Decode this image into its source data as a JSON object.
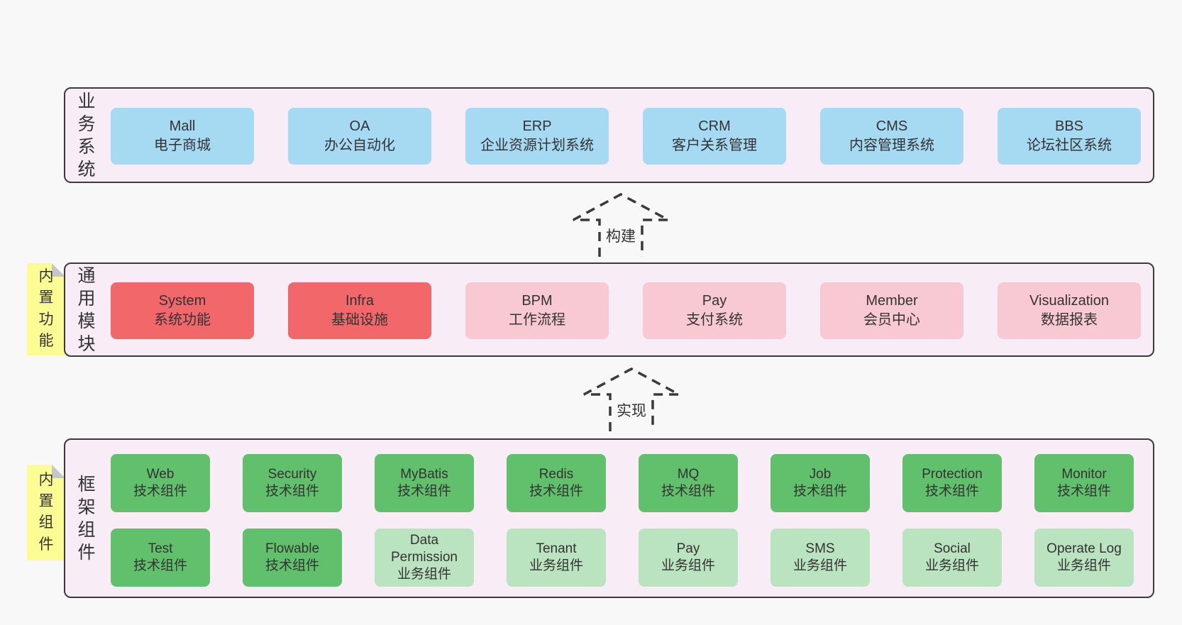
{
  "colors": {
    "page_bg": "#f8f8f8",
    "container_bg": "#f8edf6",
    "container_border": "#3b3b3b",
    "blue_box": "#a6d9f2",
    "red_box": "#f1676a",
    "pink_box": "#f9c9d3",
    "green_box": "#61c06b",
    "light_green_box": "#bae3bf",
    "note_bg": "#fcfc95",
    "note_fold": "#c6c6c6",
    "text": "#333333"
  },
  "sections": {
    "business": {
      "label": "业务系统",
      "boxes": [
        {
          "en": "Mall",
          "zh": "电子商城"
        },
        {
          "en": "OA",
          "zh": "办公自动化"
        },
        {
          "en": "ERP",
          "zh": "企业资源计划系统"
        },
        {
          "en": "CRM",
          "zh": "客户关系管理"
        },
        {
          "en": "CMS",
          "zh": "内容管理系统"
        },
        {
          "en": "BBS",
          "zh": "论坛社区系统"
        }
      ]
    },
    "modules": {
      "label": "通用模块",
      "note": "内置功能",
      "boxes": [
        {
          "en": "System",
          "zh": "系统功能"
        },
        {
          "en": "Infra",
          "zh": "基础设施"
        },
        {
          "en": "BPM",
          "zh": "工作流程"
        },
        {
          "en": "Pay",
          "zh": "支付系统"
        },
        {
          "en": "Member",
          "zh": "会员中心"
        },
        {
          "en": "Visualization",
          "zh": "数据报表"
        }
      ]
    },
    "components": {
      "label": "框架组件",
      "note": "内置组件",
      "row1": [
        {
          "en": "Web",
          "zh": "技术组件"
        },
        {
          "en": "Security",
          "zh": "技术组件"
        },
        {
          "en": "MyBatis",
          "zh": "技术组件"
        },
        {
          "en": "Redis",
          "zh": "技术组件"
        },
        {
          "en": "MQ",
          "zh": "技术组件"
        },
        {
          "en": "Job",
          "zh": "技术组件"
        },
        {
          "en": "Protection",
          "zh": "技术组件"
        },
        {
          "en": "Monitor",
          "zh": "技术组件"
        }
      ],
      "row2": [
        {
          "en": "Test",
          "zh": "技术组件"
        },
        {
          "en": "Flowable",
          "zh": "技术组件"
        },
        {
          "en": "Data Permission",
          "zh": "业务组件"
        },
        {
          "en": "Tenant",
          "zh": "业务组件"
        },
        {
          "en": "Pay",
          "zh": "业务组件"
        },
        {
          "en": "SMS",
          "zh": "业务组件"
        },
        {
          "en": "Social",
          "zh": "业务组件"
        },
        {
          "en": "Operate Log",
          "zh": "业务组件"
        }
      ]
    }
  },
  "arrows": {
    "build": "构建",
    "implement": "实现"
  }
}
